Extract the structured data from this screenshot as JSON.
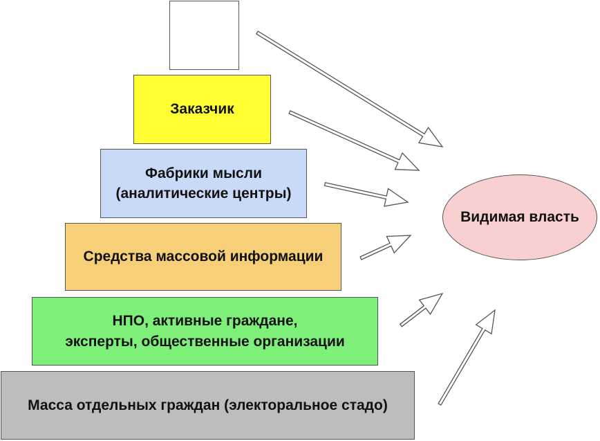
{
  "levels": [
    {
      "id": "top",
      "label": "",
      "color": "#ffffff"
    },
    {
      "id": "customer",
      "label": "Заказчик",
      "color": "#ffff33"
    },
    {
      "id": "think-tanks",
      "line1": "Фабрики мысли",
      "line2": "(аналитические центры)",
      "color": "#c9daf8"
    },
    {
      "id": "media",
      "label": "Средства массовой информации",
      "color": "#f6cf78"
    },
    {
      "id": "ngo",
      "line1": "НПО, активные граждане,",
      "line2": "эксперты, общественные организации",
      "color": "#7ef07a"
    },
    {
      "id": "mass",
      "label": "Масса отдельных граждан (электоральное стадо)",
      "color": "#bdbdbd"
    }
  ],
  "target": {
    "label": "Видимая власть",
    "color": "#f9d0d0"
  }
}
